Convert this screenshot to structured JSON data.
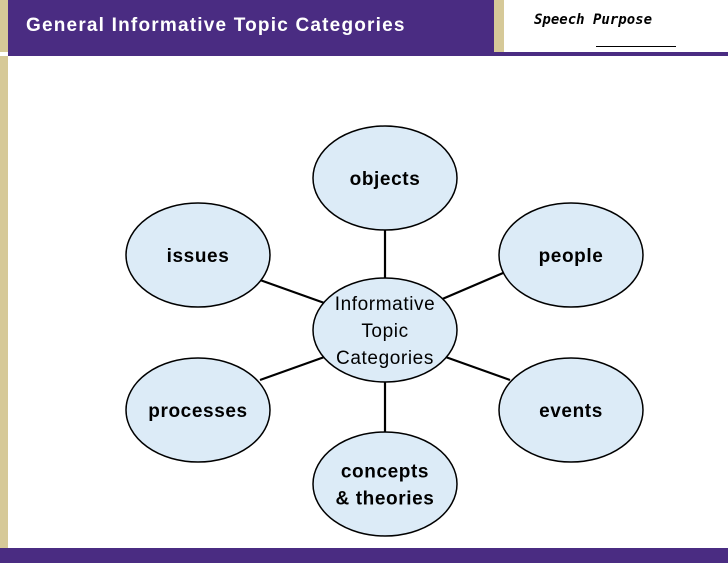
{
  "header": {
    "title": "General Informative Topic Categories",
    "purpose_label": "Speech Purpose"
  },
  "diagram": {
    "center": {
      "lines": [
        "Informative",
        "Topic",
        "Categories"
      ]
    },
    "nodes": [
      {
        "id": "objects",
        "lines": [
          "objects"
        ]
      },
      {
        "id": "people",
        "lines": [
          "people"
        ]
      },
      {
        "id": "events",
        "lines": [
          "events"
        ]
      },
      {
        "id": "concepts-theories",
        "lines": [
          "concepts",
          "& theories"
        ]
      },
      {
        "id": "processes",
        "lines": [
          "processes"
        ]
      },
      {
        "id": "issues",
        "lines": [
          "issues"
        ]
      }
    ]
  },
  "colors": {
    "header_purple": "#4a2c82",
    "frame_tan": "#d6c998",
    "node_fill": "#dcebf7",
    "outline": "#000000"
  }
}
